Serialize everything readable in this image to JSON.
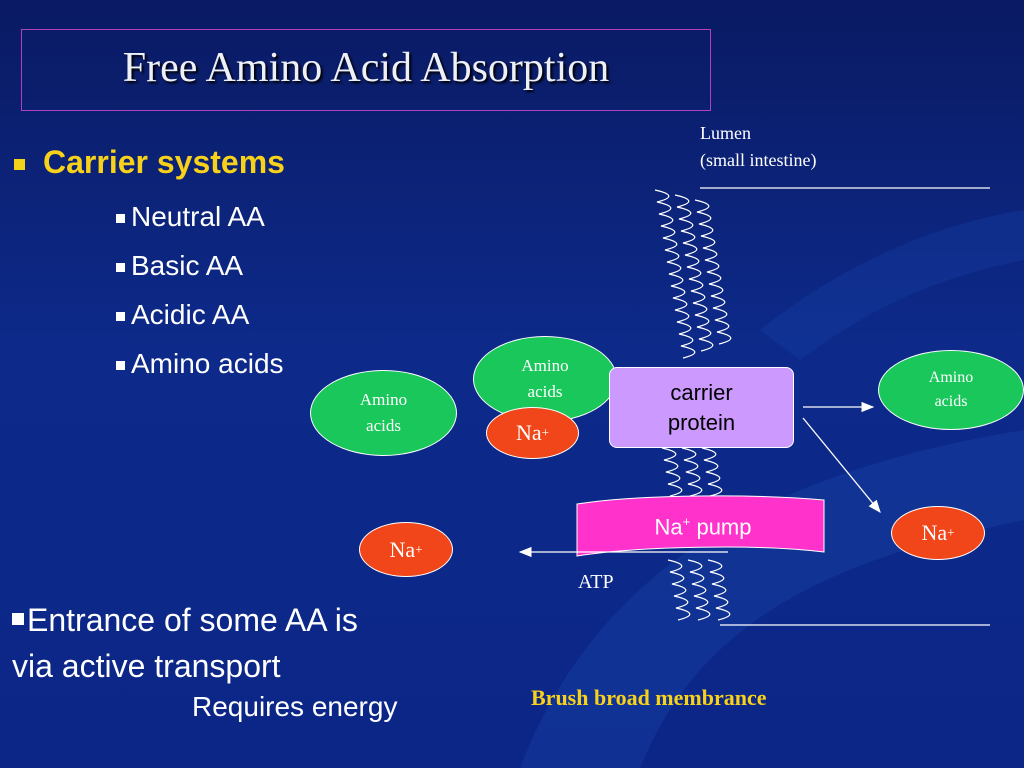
{
  "title": "Free Amino Acid Absorption",
  "left_text": {
    "heading": "Carrier systems",
    "items": [
      "Neutral AA",
      "Basic AA",
      "Acidic AA",
      "Amino acids"
    ],
    "entrance_line1": "Entrance of some AA is",
    "entrance_line2": "via active transport",
    "energy": "Requires energy"
  },
  "diagram": {
    "lumen_line1": "Lumen",
    "lumen_line2": "(small intestine)",
    "amino_top": "Amino acids",
    "amino_left": "Amino acids",
    "amino_right": "Amino acids",
    "na_top": "Na",
    "na_left": "Na",
    "na_right": "Na",
    "charge": "+",
    "carrier_line1": "carrier",
    "carrier_line2": "protein",
    "pump": "Na",
    "pump_suffix": "pump",
    "atp": "ATP",
    "membrane": "Brush broad membrance"
  },
  "colors": {
    "background": "#0d2a8a",
    "heading": "#f8d21a",
    "amino_oval": "#19c75a",
    "sodium_oval": "#f0461a",
    "carrier": "#cc99ff",
    "pump": "#ff33cc",
    "membrane_label": "#f8d21a"
  }
}
